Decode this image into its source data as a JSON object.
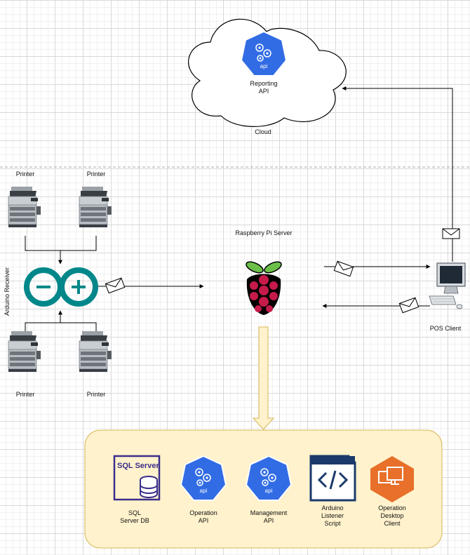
{
  "cloud": {
    "label": "Cloud",
    "reporting_api": "Reporting\nAPI"
  },
  "arduino_receiver": "Arduino Receiver",
  "printers": {
    "top_left": "Printer",
    "top_right": "Printer",
    "bottom_left": "Printer",
    "bottom_right": "Printer"
  },
  "raspberry_pi_server": "Raspberry Pi Server",
  "pos_client": "POS Client",
  "api_icon_text": "api",
  "components": {
    "sql_server_logo": "SQL Server",
    "sql_server_db": "SQL\nServer DB",
    "operation_api": "Operation\nAPI",
    "management_api": "Management\nAPI",
    "arduino_listener_script": "Arduino\nListener\nScript",
    "operation_desktop_client": "Operation\nDesktop\nClient"
  },
  "colors": {
    "api_blue": "#326ce5",
    "arduino_teal": "#00878a",
    "raspberry_red": "#c51a4a",
    "raspberry_leaf": "#6cc04a",
    "sql_purple": "#3b2e8c",
    "code_navy": "#1b3a6b",
    "desktop_orange": "#e8702a",
    "panel_fill": "#fff2cc",
    "panel_border": "#d6b656"
  }
}
